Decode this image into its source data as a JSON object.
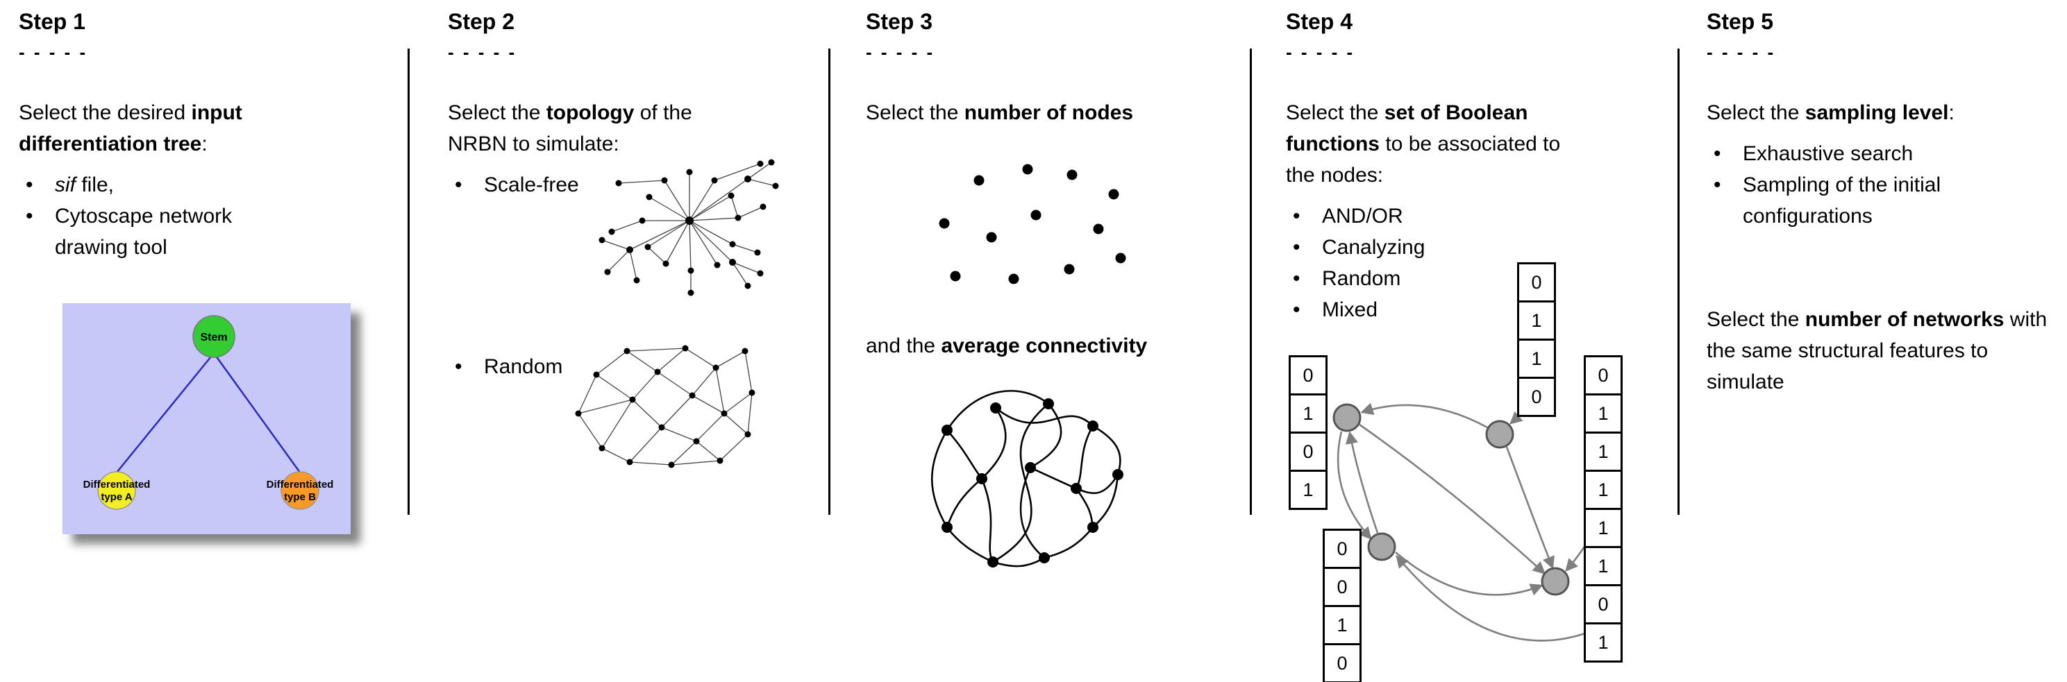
{
  "meta": {
    "dashes": "- - - - -"
  },
  "step1": {
    "title": "Step 1",
    "intro_pre": "Select the desired ",
    "intro_bold": "input differentiation tree",
    "intro_post": ":",
    "bullet1_italic": "sif",
    "bullet1_rest": " file,",
    "bullet2": "Cytoscape network drawing tool",
    "tree": {
      "stem_label": "Stem",
      "type_a_line1": "Differentiated",
      "type_a_line2": "type A",
      "type_b_line1": "Differentiated",
      "type_b_line2": "type B",
      "colors": {
        "bg": "#c8c8f8",
        "stem": "#33cc33",
        "type_a": "#f2ee22",
        "type_b": "#f79a28"
      }
    }
  },
  "step2": {
    "title": "Step 2",
    "intro_pre": "Select the ",
    "intro_bold": "topology",
    "intro_post": " of the NRBN to simulate:",
    "bullet1": "Scale-free",
    "bullet2": "Random"
  },
  "step3": {
    "title": "Step 3",
    "intro_pre": "Select the ",
    "intro_bold": "number of nodes",
    "second_pre": "and the ",
    "second_bold": "average connectivity"
  },
  "step4": {
    "title": "Step 4",
    "intro_pre": "Select the ",
    "intro_bold": "set of Boolean functions",
    "intro_post": " to be associated to the nodes:",
    "bullets": [
      "AND/OR",
      "Canalyzing",
      "Random",
      "Mixed"
    ],
    "tables": {
      "top": [
        "0",
        "1",
        "1",
        "0"
      ],
      "left": [
        "0",
        "1",
        "0",
        "1"
      ],
      "bottom": [
        "0",
        "0",
        "1",
        "0"
      ],
      "right": [
        "0",
        "1",
        "1",
        "1",
        "1",
        "1",
        "0",
        "1"
      ]
    }
  },
  "step5": {
    "title": "Step 5",
    "intro_pre": "Select the ",
    "intro_bold": "sampling level",
    "intro_post": ":",
    "bullet1": "Exhaustive search",
    "bullet2": "Sampling of the initial configurations",
    "second_pre": "Select the ",
    "second_bold": "number of networks",
    "second_post": " with the same structural features to simulate"
  }
}
